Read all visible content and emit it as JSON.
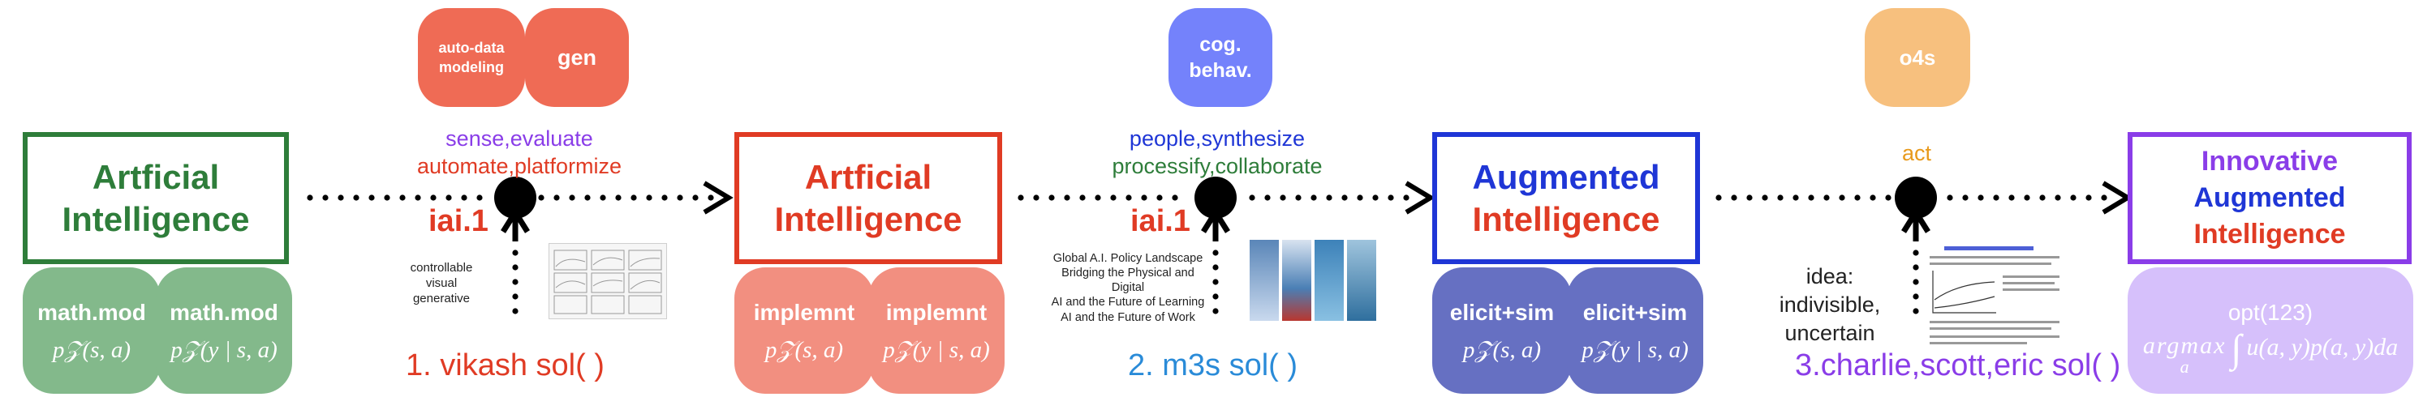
{
  "colors": {
    "green": "#2e7d3a",
    "red": "#e03b24",
    "blue": "#1f36d6",
    "purple": "#8a3de8",
    "salmon_pill": "#ef6b55",
    "periwinkle_pill": "#7482fb",
    "peach_pill": "#f7c07e",
    "green_card": "#83b98b",
    "salmon_card": "#f28f80",
    "indigo_card": "#6670c2",
    "lavender_card": "#d6c0fb"
  },
  "stage1": {
    "box_line1": "Artficial",
    "box_line2": "Intelligence",
    "card1_title": "math.mod",
    "card1_formula": "p𝒵(s, a)",
    "card2_title": "math.mod",
    "card2_formula": "p𝒵(y | s, a)"
  },
  "connector1": {
    "pill1": "auto-data modeling",
    "pill2": "gen",
    "verbs_line1": "sense,evaluate",
    "verbs_line2": "automate,platformize",
    "iai": "iai.1",
    "caption": "controllable visual generative",
    "sol": "1. vikash sol( )"
  },
  "stage2": {
    "box_line1": "Artficial",
    "box_line2": "Intelligence",
    "card1_title": "implemnt",
    "card1_formula": "p𝒵(s, a)",
    "card2_title": "implemnt",
    "card2_formula": "p𝒵(y | s, a)"
  },
  "connector2": {
    "pill": "cog. behav.",
    "verbs_line1": "people,synthesize",
    "verbs_line2": "processify,collaborate",
    "iai": "iai.1",
    "list": [
      "Global A.I. Policy Landscape",
      "Bridging the Physical and Digital",
      "AI and the Future of Learning",
      "AI and the Future of Work"
    ],
    "sol": "2. m3s sol( )"
  },
  "stage3": {
    "box_line1": "Augmented",
    "box_line2": "Intelligence",
    "card1_title": "elicit+sim",
    "card1_formula": "p𝒵(s, a)",
    "card2_title": "elicit+sim",
    "card2_formula": "p𝒵(y | s, a)"
  },
  "connector3": {
    "pill": "o4s",
    "verb": "act",
    "caption_line1": "idea:",
    "caption_line2": "indivisible,",
    "caption_line3": "uncertain",
    "sol": "3.charlie,scott,eric sol( )"
  },
  "stage4": {
    "box_line1": "Innovative",
    "box_line2": "Augmented",
    "box_line3": "Intelligence",
    "card_title": "opt(123)",
    "card_formula_left": "argmax",
    "card_formula_sub": "a",
    "card_formula_right": "u(a, y)p(a, y)da"
  }
}
